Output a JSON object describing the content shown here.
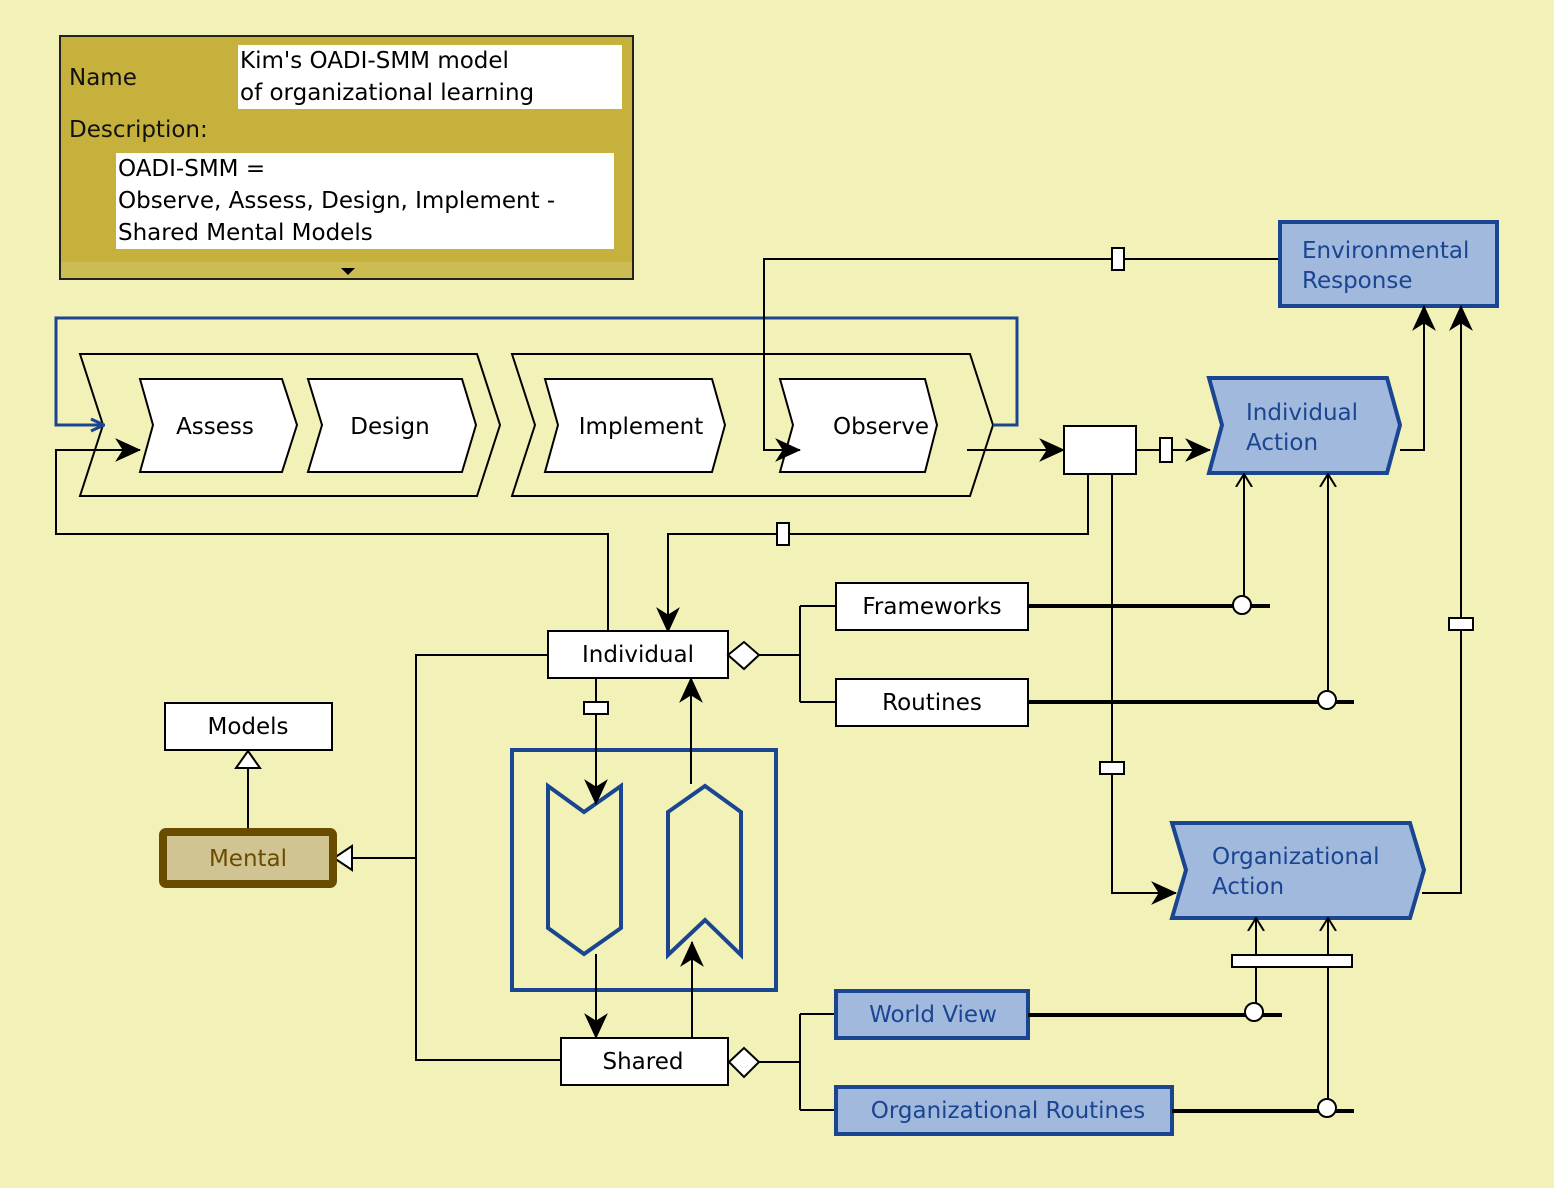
{
  "info_panel": {
    "name_label": "Name",
    "name_value": "Kim's OADI-SMM model\nof organizational learning",
    "description_label": "Description:",
    "description_value": "OADI-SMM =\nObserve, Assess, Design, Implement -\nShared Mental Models"
  },
  "process": {
    "steps": [
      "Assess",
      "Design",
      "Implement",
      "Observe"
    ]
  },
  "actions": {
    "individual_action": [
      "Individual",
      "Action"
    ],
    "organizational_action": [
      "Organizational",
      "Action"
    ],
    "environmental_response": [
      "Environmental",
      "Response"
    ]
  },
  "classes": {
    "individual": "Individual",
    "shared": "Shared",
    "models": "Models",
    "mental": "Mental",
    "frameworks": "Frameworks",
    "routines": "Routines",
    "world_view": "World View",
    "organizational_routines": "Organizational Routines"
  },
  "colors": {
    "background": "#f2f1b8",
    "panel": "#c6b13c",
    "blue_stroke": "#1a4590",
    "blue_fill": "#a2b9de",
    "mental_border": "#6a4c00",
    "mental_fill": "#d0c592"
  }
}
